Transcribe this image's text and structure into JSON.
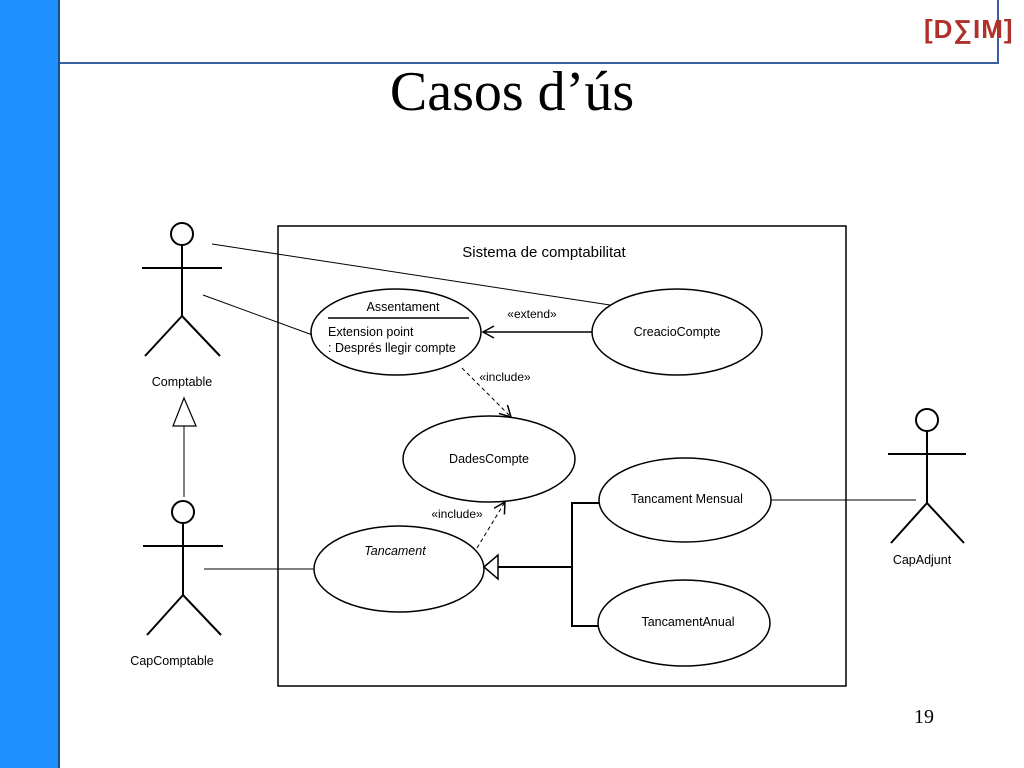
{
  "slide": {
    "title": "Casos d’ús",
    "logo": "[D∑IM]",
    "page_number": "19",
    "accent_color": "#1e90ff",
    "logo_color": "#b0302a"
  },
  "diagram": {
    "system_name": "Sistema de comptabilitat",
    "actors": {
      "comptable": "Comptable",
      "cap_comptable": "CapComptable",
      "cap_adjunt": "CapAdjunt"
    },
    "use_cases": {
      "assentament": {
        "name": "Assentament",
        "extension_title": "Extension point",
        "extension_point": ": Després llegir compte"
      },
      "creacio_compte": "CreacioCompte",
      "dades_compte": "DadesCompte",
      "tancament": "Tancament",
      "tancament_mensual": "Tancament Mensual",
      "tancament_anual": "TancamentAnual"
    },
    "relations": {
      "extend": "«extend»",
      "include_assentament": "«include»",
      "include_tancament": "«include»"
    }
  }
}
